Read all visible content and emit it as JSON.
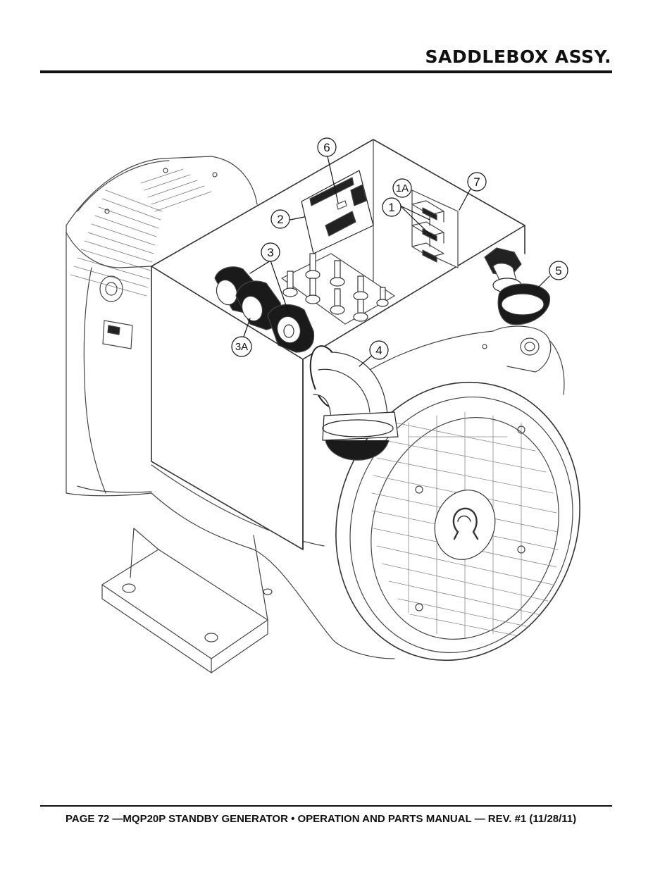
{
  "header": {
    "title": "SADDLEBOX ASSY."
  },
  "footer": {
    "text": "PAGE 72 —MQP20P STANDBY GENERATOR • OPERATION AND PARTS MANUAL — REV. #1 (11/28/11)"
  },
  "callouts": {
    "c6": "6",
    "c7": "7",
    "c1A": "1A",
    "c1": "1",
    "c2": "2",
    "c3": "3",
    "c5": "5",
    "c3A": "3A",
    "c4": "4"
  },
  "colors": {
    "ink": "#111111",
    "line": "#444444",
    "fill": "#ffffff",
    "shade": "#1a1a1a"
  }
}
